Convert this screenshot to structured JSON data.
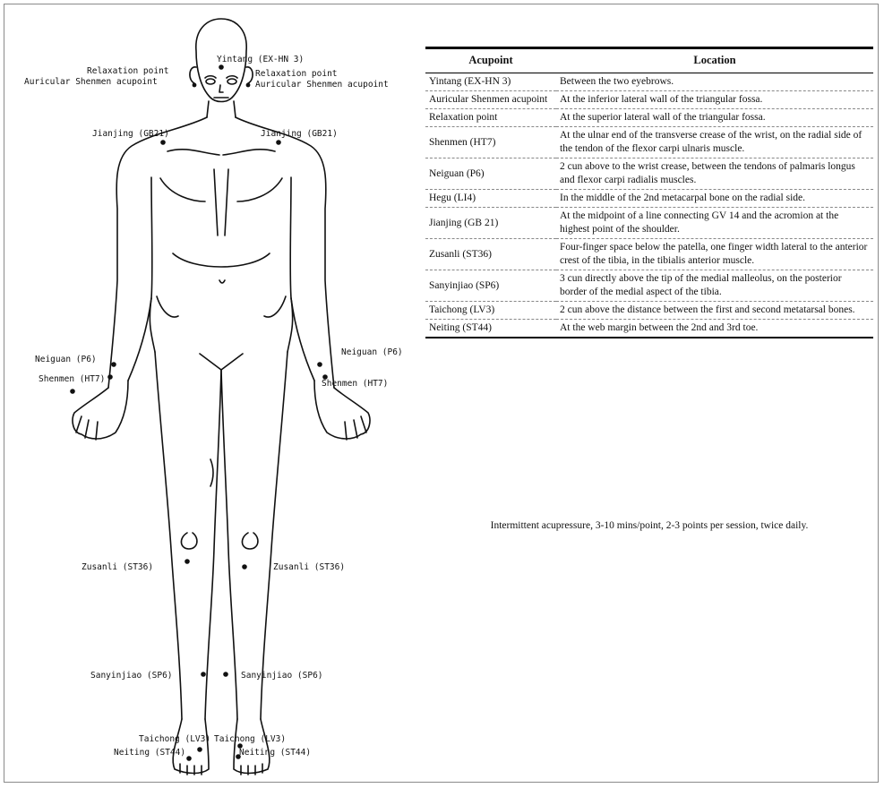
{
  "figure": {
    "labels": {
      "yintang": "Yintang (EX-HN 3)",
      "relax_left": "Relaxation point",
      "auricular_left": "Auricular Shenmen acupoint",
      "relax_right": "Relaxation point",
      "auricular_right": "Auricular Shenmen acupoint",
      "jianjing_left": "Jianjing (GB21)",
      "jianjing_right": "Jianjing (GB21)",
      "neiguan_left": "Neiguan (P6)",
      "neiguan_right": "Neiguan (P6)",
      "shenmen_left": "Shenmen (HT7)",
      "shenmen_right": "Shenmen (HT7)",
      "zusanli_left": "Zusanli (ST36)",
      "zusanli_right": "Zusanli (ST36)",
      "sanyinjiao_left": "Sanyinjiao (SP6)",
      "sanyinjiao_right": "Sanyinjiao (SP6)",
      "taichong_left": "Taichong (LV3)",
      "taichong_right": "Taichong (LV3)",
      "neiting_left": "Neiting (ST44)",
      "neiting_right": "Neiting (ST44)"
    }
  },
  "table": {
    "headers": [
      "Acupoint",
      "Location"
    ],
    "rows": [
      [
        "Yintang (EX-HN 3)",
        "Between the two eyebrows."
      ],
      [
        "Auricular Shenmen acupoint",
        "At the inferior lateral wall of the triangular fossa."
      ],
      [
        "Relaxation point",
        "At the superior lateral wall of the triangular fossa."
      ],
      [
        "Shenmen (HT7)",
        "At the ulnar end of the transverse crease of the wrist, on the radial side of the tendon of the flexor carpi ulnaris muscle."
      ],
      [
        "Neiguan (P6)",
        "2 cun above to the wrist crease, between the tendons of palmaris longus and flexor carpi radialis muscles."
      ],
      [
        "Hegu (LI4)",
        "In the middle of the 2nd metacarpal bone on the radial side."
      ],
      [
        "Jianjing (GB 21)",
        "At the midpoint of a line connecting GV 14 and the acromion at the highest point of the shoulder."
      ],
      [
        "Zusanli (ST36)",
        "Four-finger space below the patella, one finger width lateral to the anterior crest of the tibia, in the tibialis anterior muscle."
      ],
      [
        "Sanyinjiao (SP6)",
        "3 cun directly above the tip of the medial malleolus, on the posterior border of the medial aspect of the tibia."
      ],
      [
        "Taichong (LV3)",
        "2 cun above the distance between the first and second metatarsal bones."
      ],
      [
        "Neiting (ST44)",
        "At the web margin between the 2nd and 3rd toe."
      ]
    ]
  },
  "caption": "Intermittent acupressure, 3-10 mins/point, 2-3 points per session, twice daily."
}
